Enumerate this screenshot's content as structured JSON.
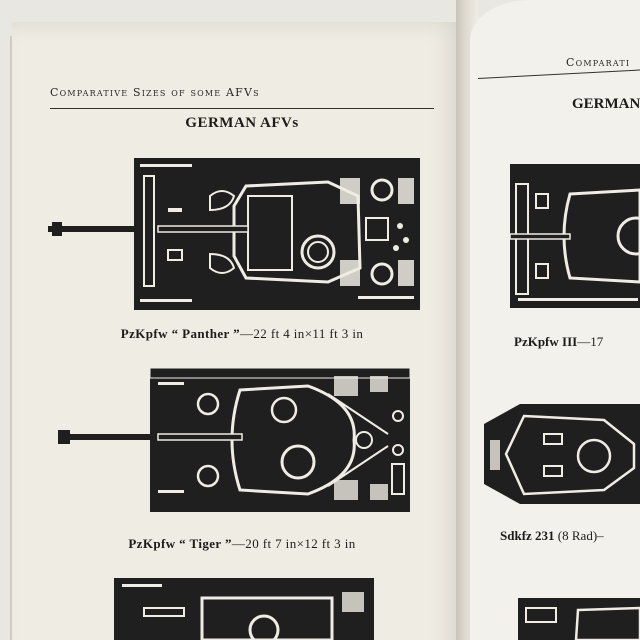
{
  "left_page": {
    "running_head": "Comparative Sizes of some AFVs",
    "section_title": "GERMAN AFVs",
    "captions": [
      {
        "name": "PzKpfw",
        "model": "“ Panther ”",
        "dims": "—22 ft 4 in×11 ft 3 in"
      },
      {
        "name": "PzKpfw",
        "model": "“ Tiger ”",
        "dims": "—20 ft 7 in×12 ft 3 in"
      }
    ]
  },
  "right_page": {
    "running_head": "Comparati",
    "section_title": "GERMAN",
    "captions": [
      {
        "name": "PzKpfw III",
        "rest": "—17"
      },
      {
        "name": "Sdkfz 231",
        "rest": " (8 Rad)–"
      }
    ]
  },
  "colors": {
    "paper": "#efece3",
    "ink": "#1f1f20"
  }
}
